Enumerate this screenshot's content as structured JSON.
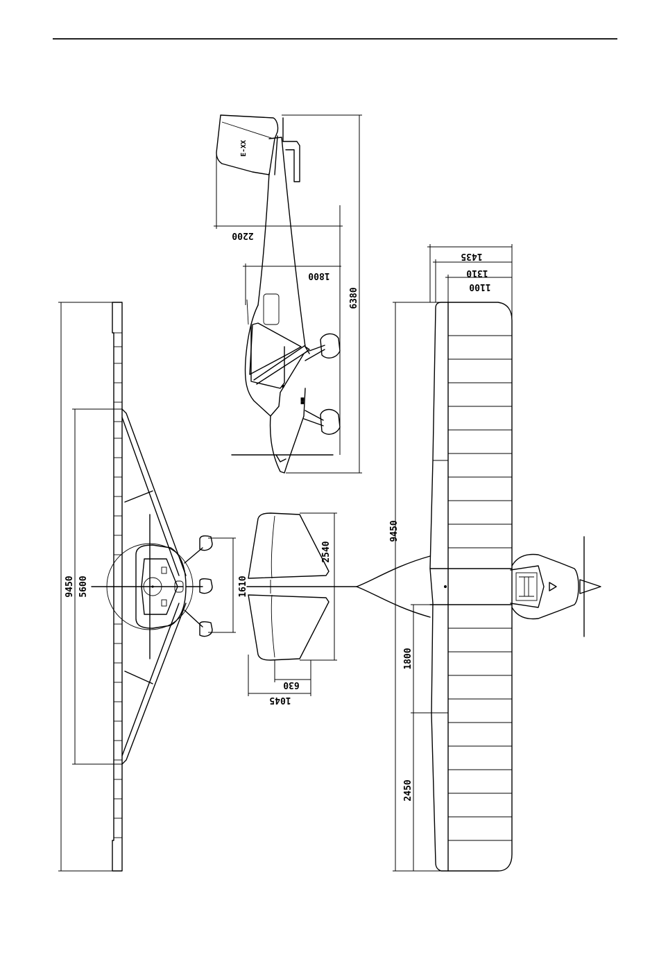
{
  "drawing": {
    "front_view": {
      "span": "9450",
      "strut_span": "5600",
      "wheel_track": "1610"
    },
    "tailplane": {
      "stab_span": "2540",
      "elevator_chord": "630",
      "stab_chord": "1045"
    },
    "side_view": {
      "tail_height": "2200",
      "cabin_height": "1800",
      "length": "6380"
    },
    "top_view": {
      "root_chord": "1435",
      "mid_chord": "1310",
      "tip_chord": "1100",
      "span": "9450",
      "flap_span": "1800",
      "aileron_span": "2450"
    }
  }
}
